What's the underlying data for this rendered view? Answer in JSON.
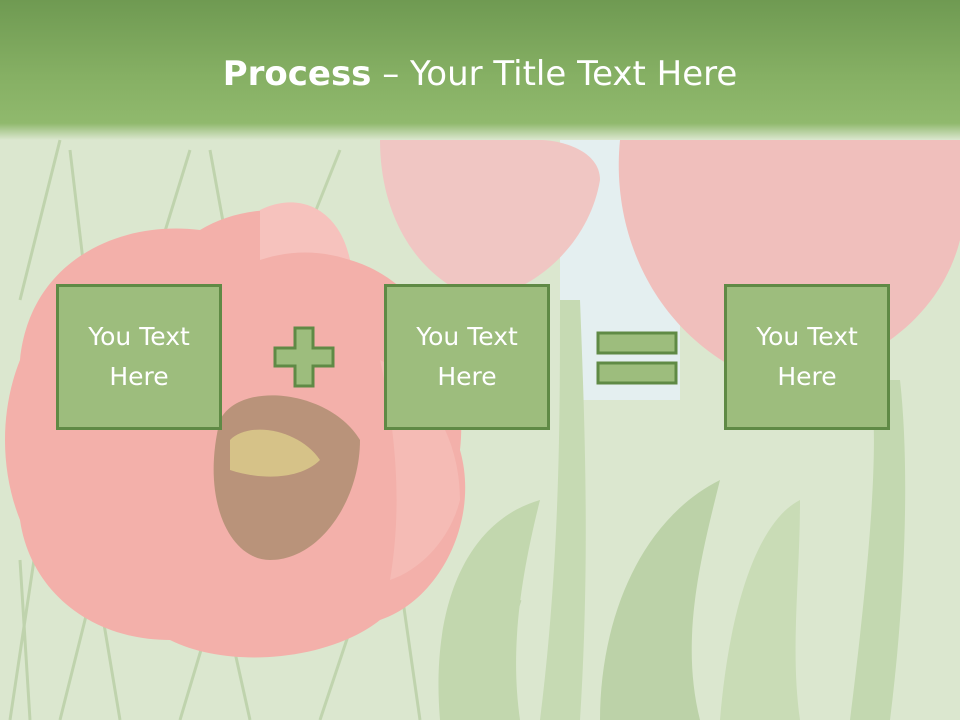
{
  "slide": {
    "title_bold": "Process",
    "title_rest": " – Your Title Text Here",
    "boxes": [
      {
        "text": "You Text\nHere"
      },
      {
        "text": "You Text\nHere"
      },
      {
        "text": "You Text\nHere"
      }
    ],
    "operators": [
      "plus-icon",
      "equals-icon"
    ],
    "colors": {
      "title_band": "#86b064",
      "box_fill": "#9dbd7d",
      "box_border": "#5f8a45",
      "text": "#ffffff",
      "flower": "#f3a9a4"
    }
  }
}
